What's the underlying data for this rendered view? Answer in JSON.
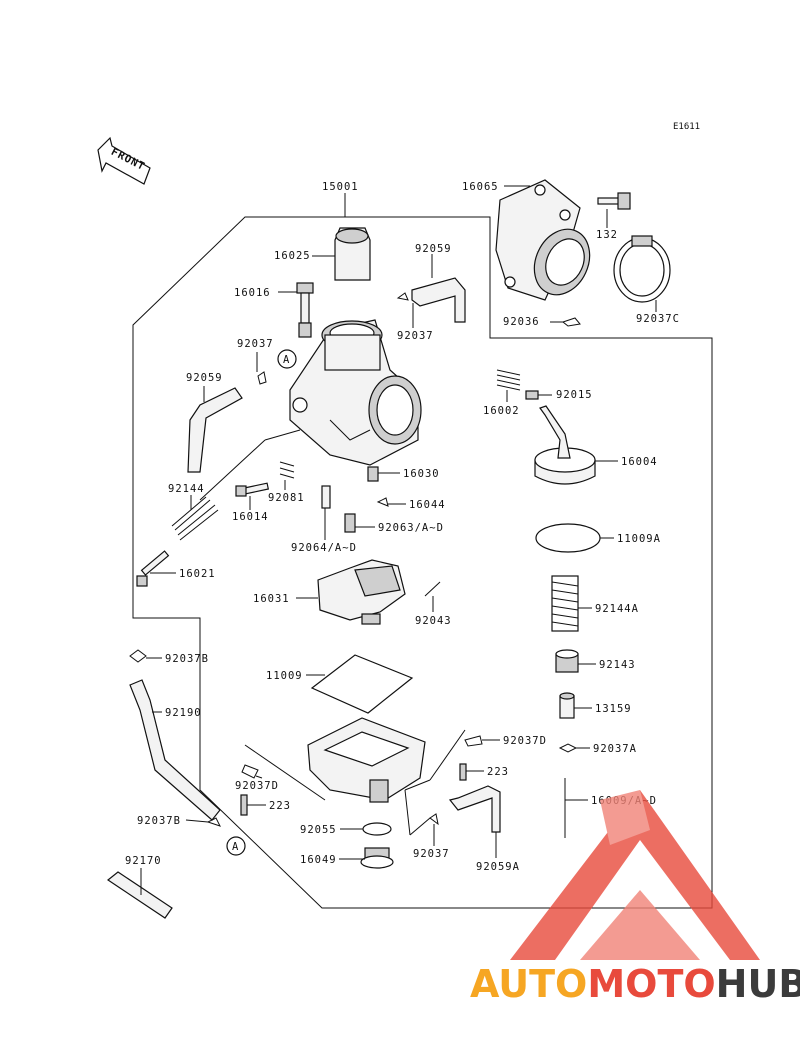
{
  "diagram_code": "E1611",
  "front_label": "FRONT",
  "callout_a": "A",
  "labels": {
    "p15001": "15001",
    "p16065": "16065",
    "p16025": "16025",
    "p92059_top": "92059",
    "p132": "132",
    "p16016": "16016",
    "p92037_top": "92037",
    "p92036": "92036",
    "p92037C": "92037C",
    "p92037_left": "92037",
    "p92059_left": "92059",
    "p16002": "16002",
    "p92015": "92015",
    "p16030": "16030",
    "p16004": "16004",
    "p92144": "92144",
    "p92081": "92081",
    "p16014": "16014",
    "p16044": "16044",
    "p92063": "92063/A~D",
    "p92064": "92064/A~D",
    "p11009A": "11009A",
    "p16021": "16021",
    "p16031": "16031",
    "p92043": "92043",
    "p92144A": "92144A",
    "p92037B_top": "92037B",
    "p92143": "92143",
    "p11009": "11009",
    "p92190": "92190",
    "p13159": "13159",
    "p92037D_right": "92037D",
    "p92037A": "92037A",
    "p223_right": "223",
    "p92037D_left": "92037D",
    "p223_left": "223",
    "p16009": "16009/A~D",
    "p92037B_bottom": "92037B",
    "p92055": "92055",
    "p92037_bottom": "92037",
    "p16049": "16049",
    "p92059A": "92059A",
    "p92170": "92170"
  },
  "watermark": {
    "part1": "AUTO",
    "part2": "MOTO",
    "part3": "HUB"
  },
  "colors": {
    "line": "#111111",
    "watermark_red": "#e84a3c",
    "watermark_orange": "#f6a623",
    "watermark_dark": "#3b3b3b"
  }
}
